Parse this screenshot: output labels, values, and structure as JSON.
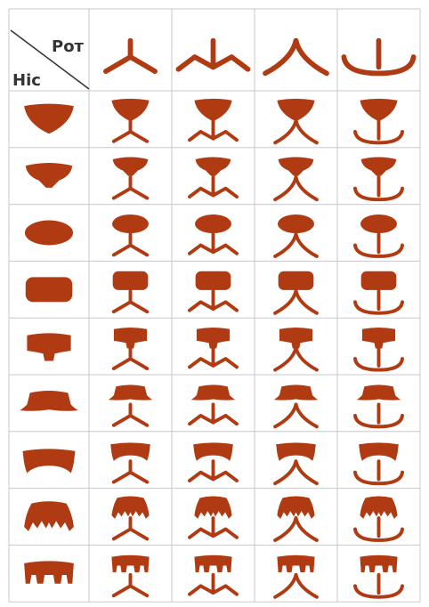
{
  "header": {
    "col_label": "Pот",
    "row_label": "Hіс"
  },
  "colors": {
    "shape": "#b03a12",
    "grid": "#c8c8c8",
    "background": "#ffffff",
    "header_bg": "#f4f4f4",
    "label": "#333333"
  },
  "legs": [
    "y-shape",
    "w-shape",
    "arch-shape",
    "u-shape"
  ],
  "tops": [
    "shield-top",
    "funnel-top",
    "oval-top",
    "rounded-square-top",
    "square-notch-top",
    "wide-flared-top",
    "wide-curved-top",
    "bell-fringe-top",
    "comb-fringe-top"
  ]
}
